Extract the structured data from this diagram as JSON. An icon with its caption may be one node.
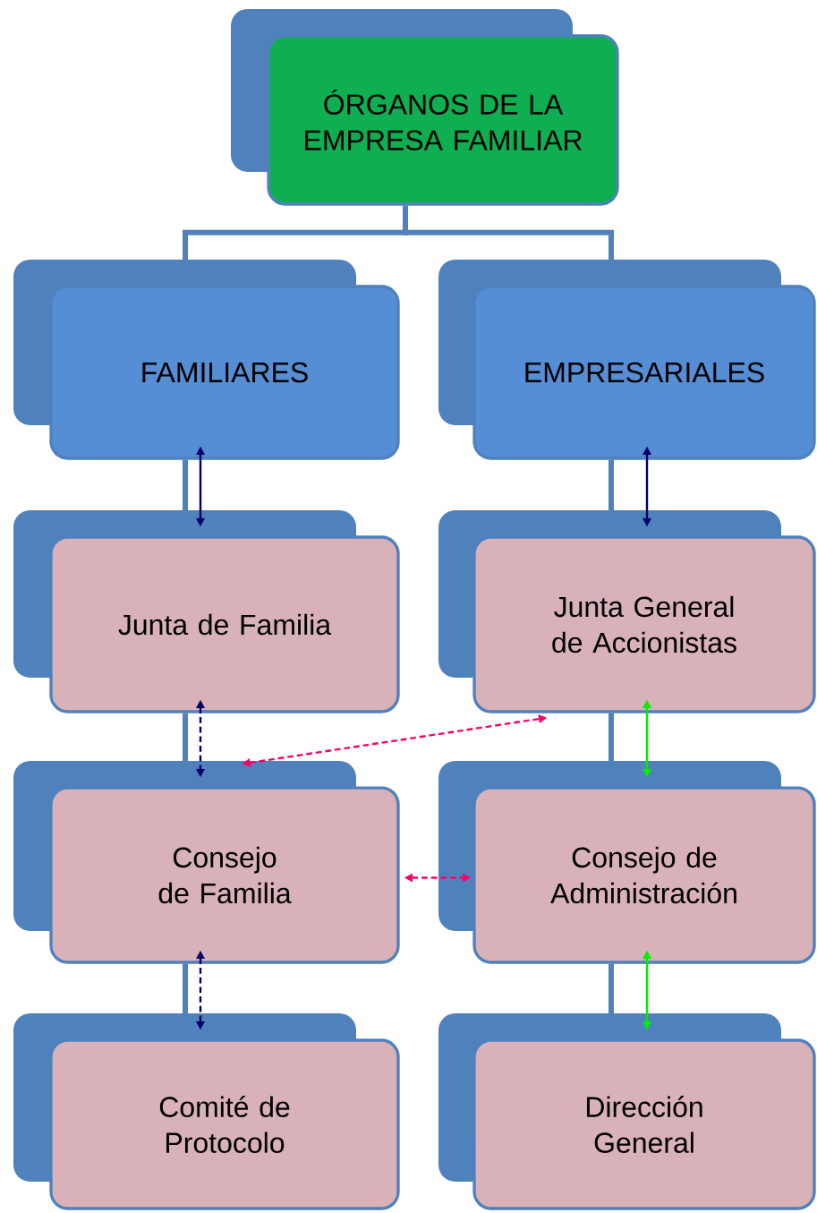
{
  "diagram": {
    "nodes": [
      {
        "text": [
          "ÓRGANOS DE LA EMPRESA FAMILIAR"
        ]
      },
      {
        "text": [
          "FAMILIARES"
        ]
      },
      {
        "text": [
          "EMPRESARIALES"
        ]
      },
      {
        "text": [
          "Junta de Familia"
        ]
      },
      {
        "text": [
          "Junta General de Accionistas"
        ]
      },
      {
        "text": [
          "Consejo de Familia"
        ]
      },
      {
        "text": [
          "Consejo de Administración"
        ]
      },
      {
        "text": [
          "Comité de Protocolo"
        ]
      },
      {
        "text": [
          "Dirección General"
        ]
      }
    ],
    "edges": [
      {
        "from": 0,
        "to": 1,
        "arrow": "none",
        "style": "thick"
      },
      {
        "from": 0,
        "to": 2,
        "arrow": "none",
        "style": "thick"
      },
      {
        "from": 1,
        "to": 3,
        "arrow": "none",
        "style": "thick"
      },
      {
        "from": 3,
        "to": 5,
        "arrow": "none",
        "style": "thick"
      },
      {
        "from": 5,
        "to": 7,
        "arrow": "none",
        "style": "thick"
      },
      {
        "from": 2,
        "to": 4,
        "arrow": "none",
        "style": "thick"
      },
      {
        "from": 4,
        "to": 6,
        "arrow": "none",
        "style": "thick"
      },
      {
        "from": 6,
        "to": 8,
        "arrow": "none",
        "style": "thick"
      },
      {
        "from": 1,
        "to": 3,
        "arrow": "both",
        "color": "#000066"
      },
      {
        "from": 2,
        "to": 4,
        "arrow": "both",
        "color": "#000066"
      },
      {
        "from": 3,
        "to": 5,
        "arrow": "both",
        "style": "dashed",
        "color": "#000066"
      },
      {
        "from": 5,
        "to": 7,
        "arrow": "both",
        "style": "dashed",
        "color": "#000066"
      },
      {
        "from": 4,
        "to": 6,
        "arrow": "both",
        "color": "#00ee00"
      },
      {
        "from": 6,
        "to": 8,
        "arrow": "both",
        "color": "#00ee00"
      },
      {
        "from": 5,
        "to": 4,
        "arrow": "both",
        "style": "dashed",
        "color": "#ff0066"
      },
      {
        "from": 5,
        "to": 6,
        "arrow": "both",
        "style": "dashed",
        "color": "#ff0066"
      }
    ]
  }
}
